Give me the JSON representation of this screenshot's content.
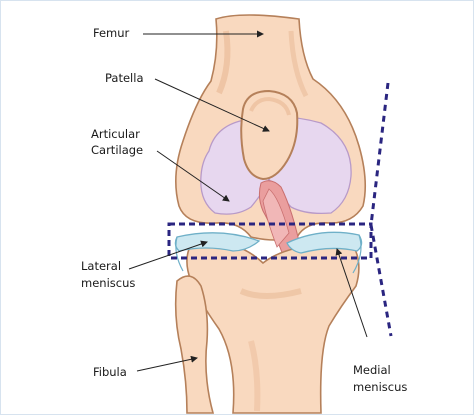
{
  "labels": {
    "femur": "Femur",
    "patella": "Patella",
    "articular_cartilage_1": "Articular",
    "articular_cartilage_2": "Cartilage",
    "lateral_meniscus_1": "Lateral",
    "lateral_meniscus_2": "meniscus",
    "fibula": "Fibula",
    "medial_meniscus_1": "Medial",
    "medial_meniscus_2": "meniscus"
  },
  "colors": {
    "bone_fill": "#f9d9bf",
    "bone_stroke": "#b5805a",
    "cartilage": "#e7d7ef",
    "meniscus": "#cde8f1",
    "ligament": "#ea9e9e",
    "dotted_outline": "#2a2580",
    "leader_line": "#222222"
  }
}
